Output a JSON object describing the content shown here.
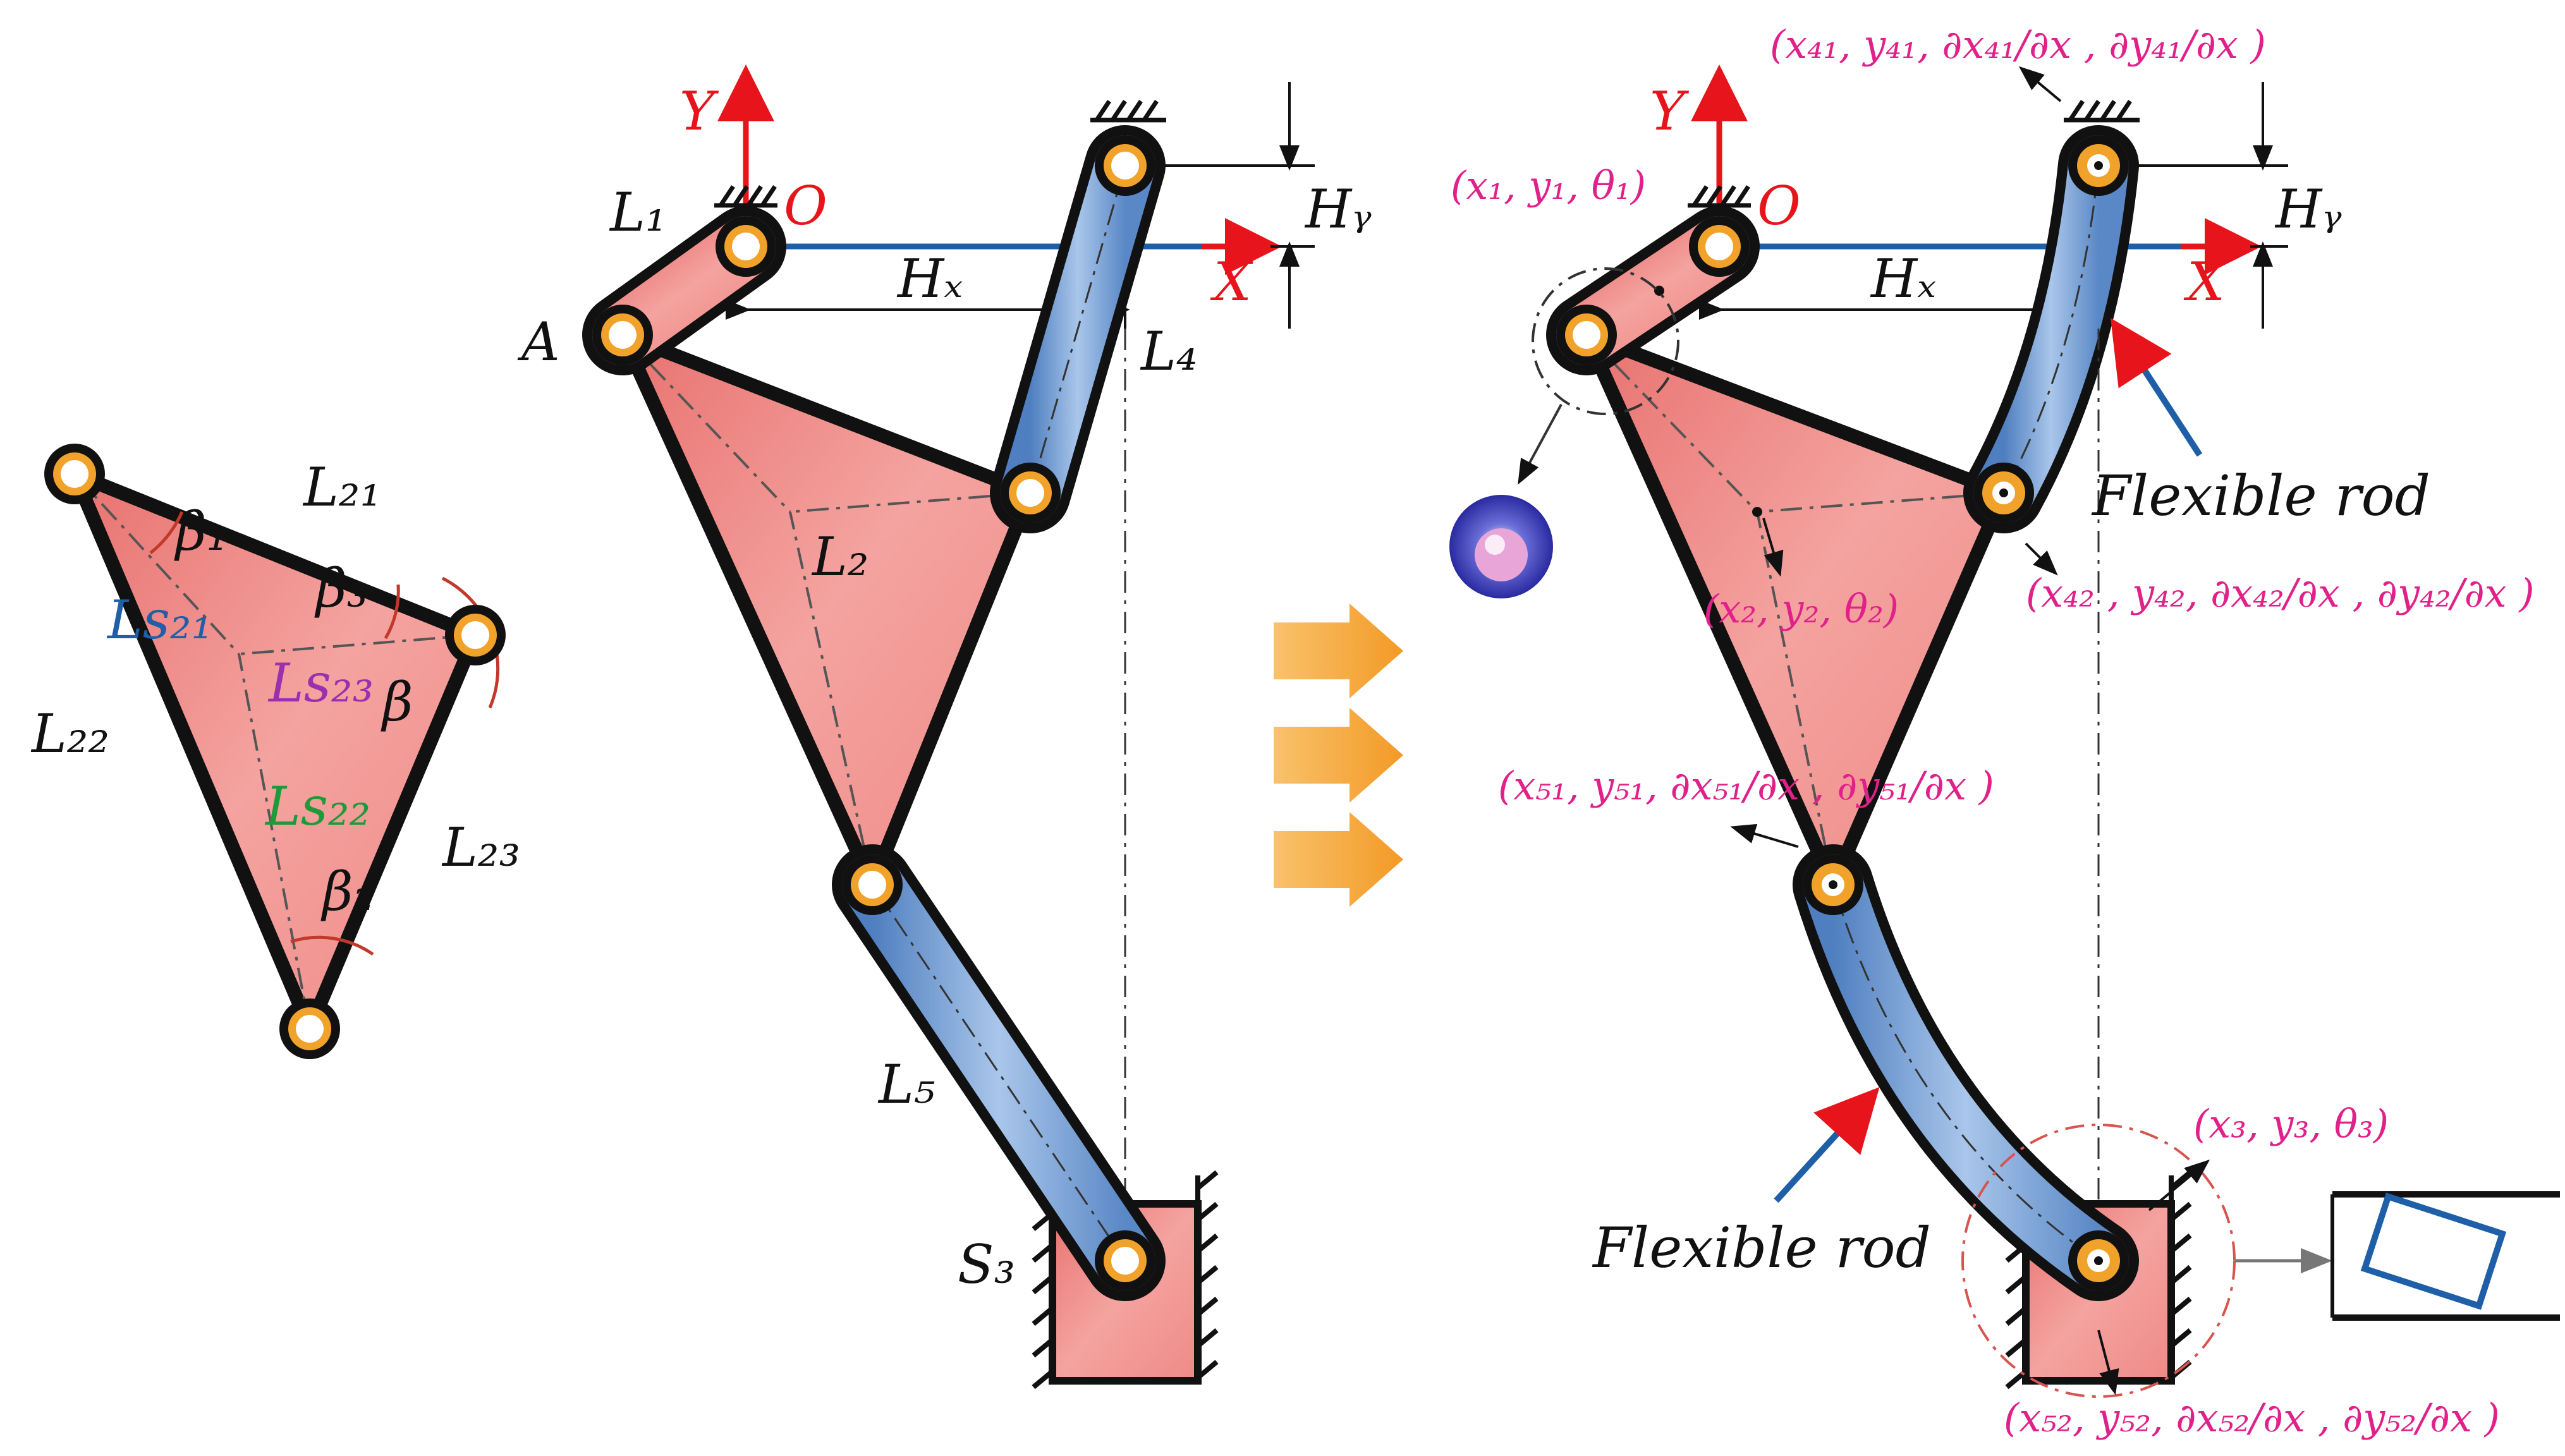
{
  "colors": {
    "link": "#f0908c",
    "rod": "#7fa8d8",
    "outline": "#111111",
    "axis_blue": "#1f5fa8",
    "axis_red": "#e8141b",
    "annotation": "#e0218a",
    "arrow": "#f7a536",
    "joint_ring": "#f1a22a"
  },
  "left_panel": {
    "L21": "L₂₁",
    "L22": "L₂₂",
    "L23": "L₂₃",
    "Ls21": "Ls₂₁",
    "Ls22": "Ls₂₂",
    "Ls23": "Ls₂₃",
    "beta1": "β₁",
    "beta2": "β₂",
    "beta3": "β₃",
    "beta": "β"
  },
  "middle_panel": {
    "Y": "Y",
    "X": "X",
    "O": "O",
    "A": "A",
    "L1": "L₁",
    "L2": "L₂",
    "L4": "L₄",
    "L5": "L₅",
    "S3": "S₃",
    "Hx": "Hₓ",
    "Hy": "Hᵧ"
  },
  "right_panel": {
    "Y": "Y",
    "X": "X",
    "O": "O",
    "Hx": "Hₓ",
    "Hy": "Hᵧ",
    "flexible_rod_top": "Flexible rod",
    "flexible_rod_bottom": "Flexible rod",
    "coord_41": "(x₄₁, y₄₁, ∂x₄₁/∂x , ∂y₄₁/∂x )",
    "coord_1": "(x₁, y₁, θ₁)",
    "coord_42": "(x₄₂ , y₄₂, ∂x₄₂/∂x , ∂y₄₂/∂x )",
    "coord_2": "(x₂, y₂, θ₂)",
    "coord_51": "(x₅₁, y₅₁, ∂x₅₁/∂x , ∂y₅₁/∂x )",
    "coord_3": "(x₃, y₃, θ₃)",
    "coord_52": "(x₅₂, y₅₂, ∂x₅₂/∂x , ∂y₅₂/∂x )"
  }
}
